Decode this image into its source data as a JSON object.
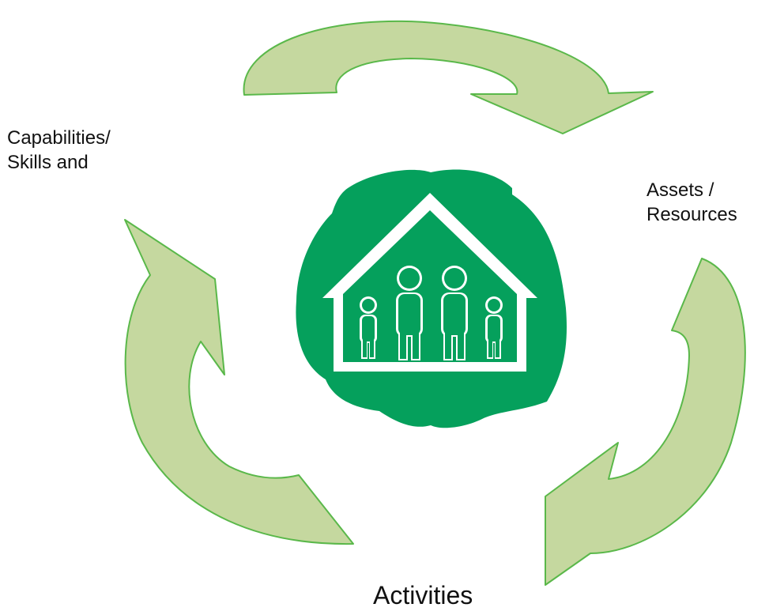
{
  "labels": {
    "capabilities_line1": "Capabilities/",
    "capabilities_line2": "Skills and",
    "assets_line1": "Assets /",
    "assets_line2": "Resources",
    "activities": "Activities"
  },
  "icons": {
    "center": "household-family-icon",
    "cycle": "circular-arrow-icon"
  },
  "colors": {
    "arrow_fill": "#c5d89f",
    "arrow_stroke": "#5ab84a",
    "blob_green": "#05a05c",
    "house_white": "#ffffff"
  }
}
